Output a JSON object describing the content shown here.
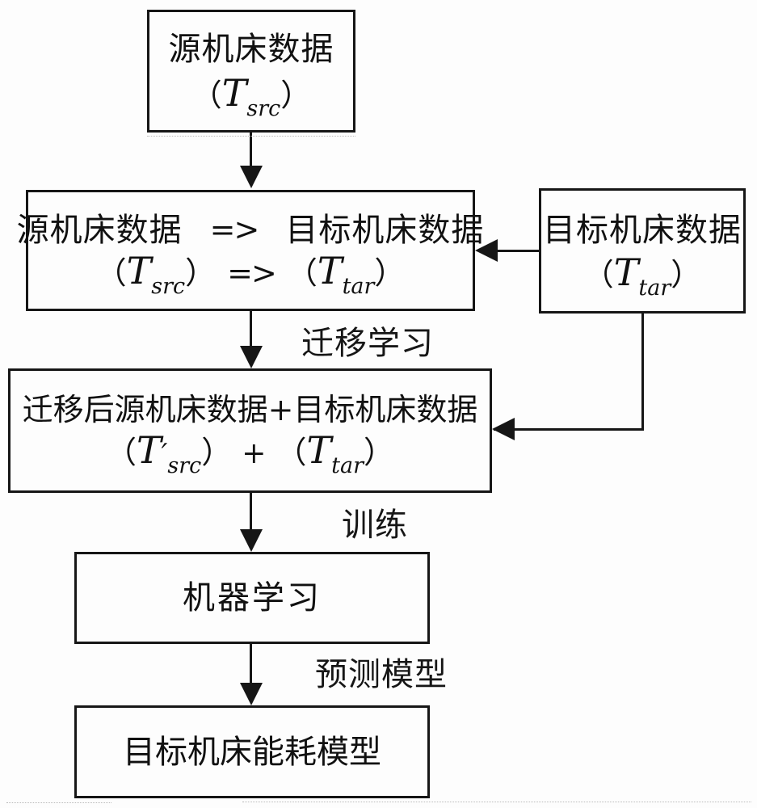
{
  "boxes": {
    "source": {
      "title": "源机床数据",
      "formula": {
        "open": "（",
        "T": "T",
        "sub": "src",
        "close": "）"
      }
    },
    "mapping": {
      "left": "源机床数据",
      "arrow": "=>",
      "right": "目标机床数据",
      "formula": {
        "open1": "（",
        "T1": "T",
        "sub1": "src",
        "close1": "）",
        "arrow": "=>",
        "open2": "（",
        "T2": "T",
        "sub2": "tar",
        "close2": "）"
      }
    },
    "target": {
      "title": "目标机床数据",
      "formula": {
        "open": "（",
        "T": "T",
        "sub": "tar",
        "close": "）"
      }
    },
    "combined": {
      "title": "迁移后源机床数据+目标机床数据",
      "formula": {
        "open1": "（",
        "T1": "T",
        "prime": "′",
        "sub1": "src",
        "close1": "）",
        "plus": "+",
        "open2": "（",
        "T2": "T",
        "sub2": "tar",
        "close2": "）"
      }
    },
    "ml": {
      "title": "机器学习"
    },
    "model": {
      "title": "目标机床能耗模型"
    }
  },
  "edge_labels": {
    "transfer": "迁移学习",
    "train": "训练",
    "predict": "预测模型"
  },
  "colors": {
    "line": "#161616",
    "background": "#fdfdfd"
  }
}
